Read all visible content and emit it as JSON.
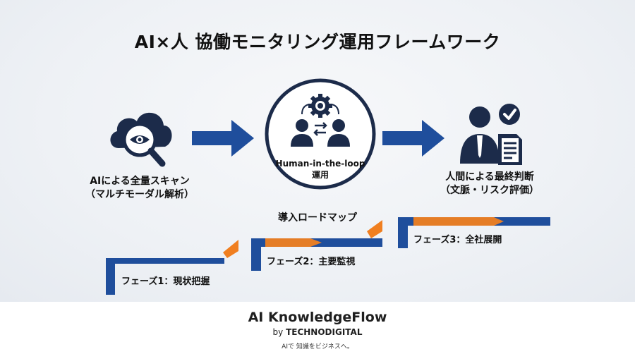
{
  "title": "AI×人 協働モニタリング運用フレームワーク",
  "colors": {
    "blue": "#1f4e9c",
    "orange": "#f07f20",
    "dark": "#1c2b4a"
  },
  "steps": [
    {
      "icon": "cloud-search-eye-icon",
      "line1": "AIによる全量スキャン",
      "line2": "（マルチモーダル解析）"
    },
    {
      "icon": "brain-gear-people-icon",
      "line1": "Human-in-the-loop",
      "line2": "運用"
    },
    {
      "icon": "person-document-check-icon",
      "line1": "人間による最終判断",
      "line2": "（文脈・リスク評価）"
    }
  ],
  "roadmap": {
    "title": "導入ロードマップ",
    "phases": [
      "フェーズ1：現状把握",
      "フェーズ2：主要監視",
      "フェーズ3：全社展開"
    ]
  },
  "footer": {
    "brand": "AI KnowledgeFlow",
    "by": "by",
    "company": "TECHNODIGITAL",
    "tagline": "AIで 知識をビジネスへ。"
  }
}
